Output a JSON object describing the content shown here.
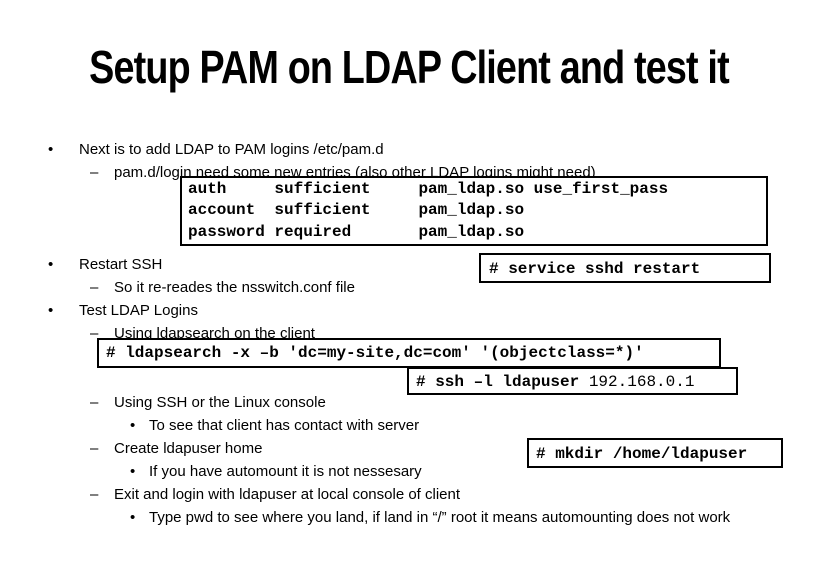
{
  "title": "Setup PAM on LDAP Client and test it",
  "bullets": {
    "b1": "Next is to add LDAP to PAM logins /etc/pam.d",
    "b1_sub": "pam.d/login need some new entries (also other LDAP logins might need)",
    "b2": "Restart SSH",
    "b2_sub": "So it re-reades the nsswitch.conf file",
    "b3": "Test LDAP Logins",
    "b3_sub1": "Using ldapsearch on the client",
    "b3_sub2": "Using SSH or the Linux console",
    "b3_sub2_item": "To see that client has contact with server",
    "b3_sub3": "Create ldapuser home",
    "b3_sub3_item": "If you have automount it is not nessesary",
    "b3_sub4": "Exit and login with ldapuser at local console of client",
    "b3_sub4_item": "Type pwd to see where you land, if land in “/” root it means automounting does not work"
  },
  "markers": {
    "bullet": "•",
    "dash": "–"
  },
  "pam_config": {
    "line1": "auth     sufficient     pam_ldap.so use_first_pass",
    "line2": "account  sufficient     pam_ldap.so",
    "line3": "password required       pam_ldap.so"
  },
  "commands": {
    "restart": "# service sshd restart",
    "ldapsearch": "# ldapsearch -x –b 'dc=my-site,dc=com' '(objectclass=*)'",
    "ssh_cmd": "# ssh –l ldapuser ",
    "ssh_ip": "192.168.0.1",
    "mkdir": "# mkdir /home/ldapuser"
  }
}
